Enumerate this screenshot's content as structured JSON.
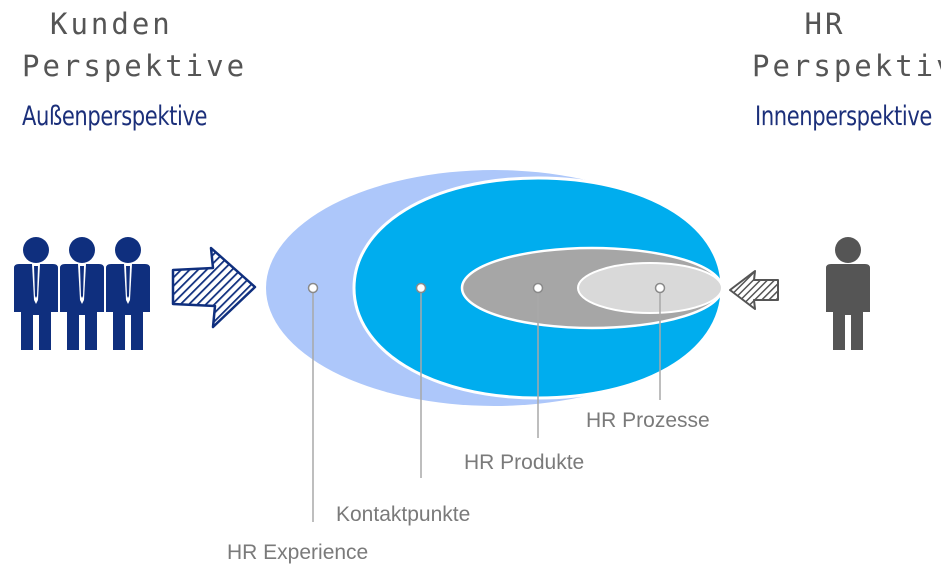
{
  "left_header": {
    "line1": "Kunden",
    "line2": "Perspektive",
    "subtitle": "Außenperspektive"
  },
  "right_header": {
    "line1": "HR",
    "line2": "Perspektive",
    "subtitle": "Innenperspektive"
  },
  "layers": [
    {
      "label": "HR Experience",
      "color": "#adc7fa"
    },
    {
      "label": "Kontaktpunkte",
      "color": "#00adee"
    },
    {
      "label": "HR Produkte",
      "color": "#a6a6a6"
    },
    {
      "label": "HR Prozesse",
      "color": "#d9d9d9"
    }
  ],
  "colors": {
    "customer_figure": "#0f2f7e",
    "hr_figure": "#555555",
    "leader_line": "#a8a8a8"
  }
}
